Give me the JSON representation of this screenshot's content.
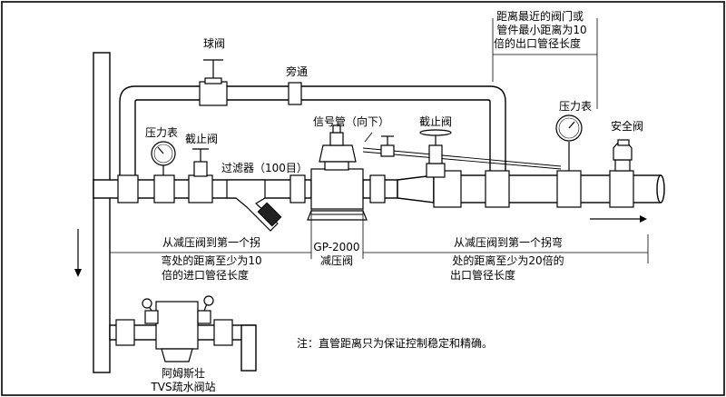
{
  "labels": {
    "ball_valve": "球阀",
    "bypass": "旁通",
    "pressure_gauge_left": "压力表",
    "stop_valve_left": "截止阀",
    "filter": "过滤器（100目）",
    "signal_pipe": "信号管（向下）",
    "stop_valve_right": "截止阀",
    "pressure_gauge_right": "压力表",
    "safety_valve": "安全阀",
    "valve_model": "GP-2000",
    "valve_name": "减压阀",
    "trap_station_line1": "阿姆斯壮",
    "trap_station_line2": "TVS疏水阀站",
    "note": "注：直管距离只为保证控制稳定和精确。"
  },
  "dimensions": {
    "top_right": [
      "距离最近的阀门或",
      "管件最小距离为10",
      "倍的出口管径长度"
    ],
    "inlet": [
      "从减压阀到第一个拐",
      "弯处的距离至少为10",
      "倍的进口管径长度"
    ],
    "outlet": [
      "从减压阀到第一个拐弯",
      "处的距离至少为20倍的",
      "出口管径长度"
    ]
  }
}
